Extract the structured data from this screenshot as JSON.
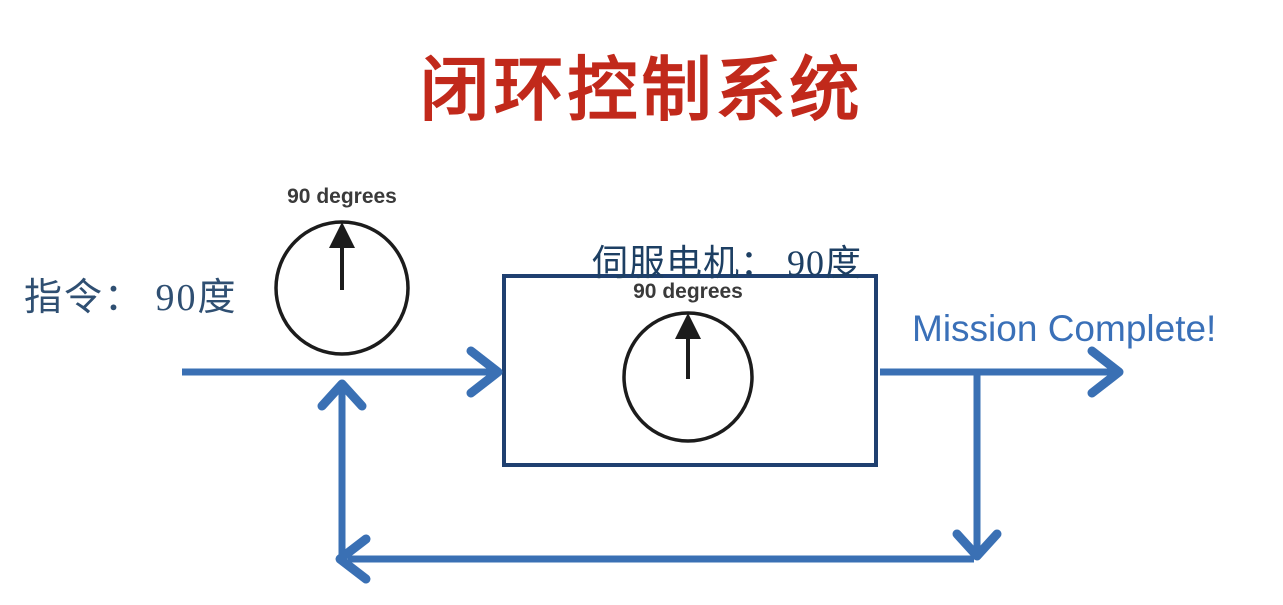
{
  "title": "闭环控制系统",
  "labels": {
    "command": "指令： 90度",
    "servo": "伺服电机： 90度",
    "mission": "Mission Complete!"
  },
  "gauges": [
    {
      "name": "command-gauge",
      "label": "90 degrees",
      "value_degrees": 90,
      "needle_direction": "up"
    },
    {
      "name": "servo-motor-gauge",
      "label": "90 degrees",
      "value_degrees": 90,
      "needle_direction": "up"
    }
  ],
  "arrows": [
    {
      "name": "input-arrow",
      "direction": "right",
      "from": "command",
      "to": "servo-box"
    },
    {
      "name": "output-arrow",
      "direction": "right",
      "from": "servo-box",
      "to": "mission-complete"
    },
    {
      "name": "feedback-down-arrow",
      "direction": "down",
      "from": "output-line"
    },
    {
      "name": "feedback-return-arrow",
      "direction": "left"
    },
    {
      "name": "feedback-up-arrow",
      "direction": "up",
      "to": "input-line"
    }
  ],
  "colors": {
    "background": "#ffffff",
    "title": "#c1291b",
    "command_text": "#2f4f72",
    "servo_text": "#1d3f63",
    "mission_text": "#3a70b8",
    "arrow": "#3a70b4",
    "box_border": "#1f4070",
    "gauge_stroke": "#1c1c1c",
    "gauge_label": "#3a3a3a"
  }
}
